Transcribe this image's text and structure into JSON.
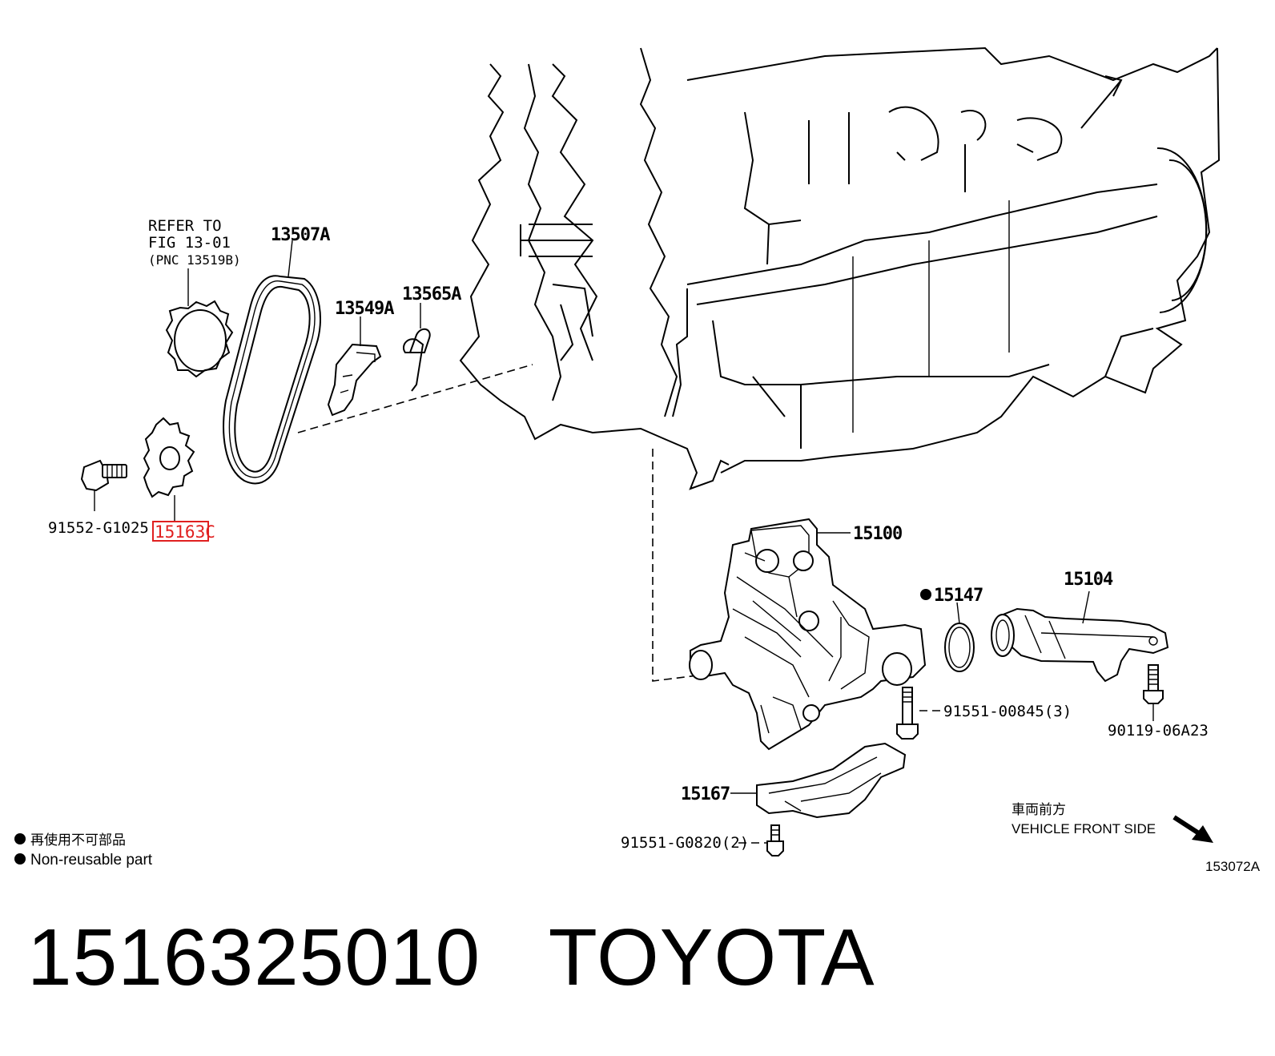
{
  "diagram": {
    "callouts": {
      "refer_line1": "REFER TO",
      "refer_line2": "FIG 13-01",
      "refer_line3": "(PNC 13519B)",
      "p13507A": "13507A",
      "p13549A": "13549A",
      "p13565A": "13565A",
      "p91552": "91552-G1025",
      "p15163": "15163C",
      "p15100": "15100",
      "p15147": "15147",
      "p15104": "15104",
      "p91551_00845": "91551-00845(3)",
      "p90119": "90119-06A23",
      "p15167": "15167",
      "p91551_G0820": "91551-G0820(2)"
    },
    "legend": {
      "jp": "再使用不可部品",
      "en": "Non-reusable part"
    },
    "direction": {
      "jp": "車両前方",
      "en": "VEHICLE FRONT SIDE"
    },
    "figure_id": "153072A",
    "highlight_color": "#e02020"
  },
  "caption": {
    "part_number": "1516325010",
    "brand": "TOYOTA"
  }
}
